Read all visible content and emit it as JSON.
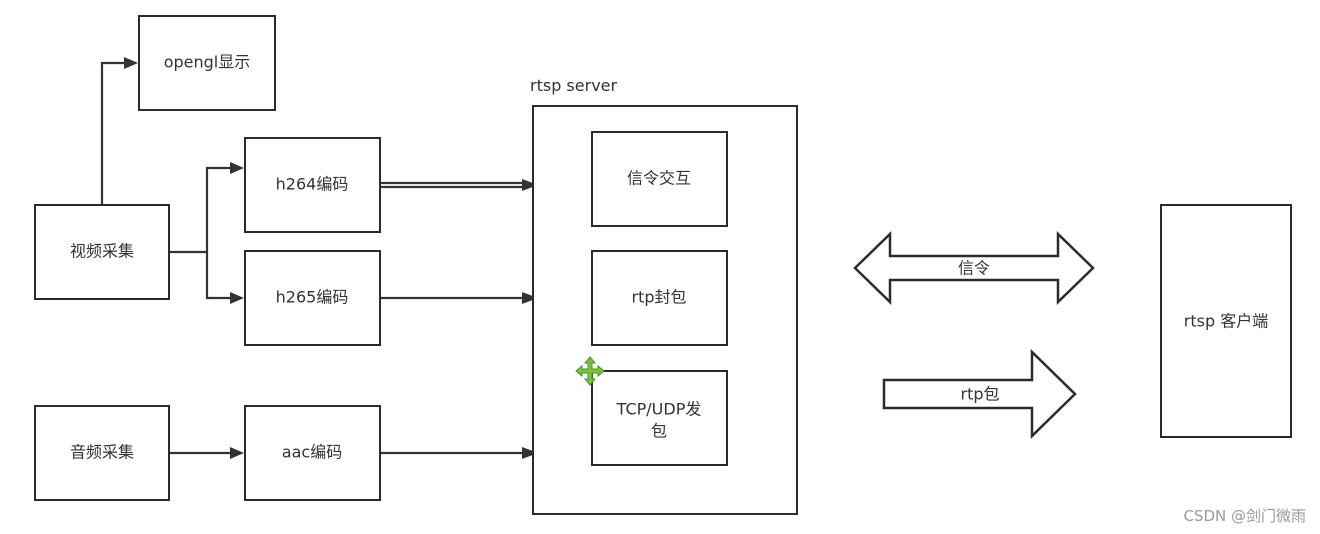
{
  "nodes": {
    "opengl": "opengl显示",
    "video_capture": "视频采集",
    "h264": "h264编码",
    "h265": "h265编码",
    "audio_capture": "音频采集",
    "aac": "aac编码",
    "server_title": "rtsp server",
    "signaling_exchange": "信令交互",
    "rtp_packet": "rtp封包",
    "tcp_udp_line1": "TCP/UDP发",
    "tcp_udp_line2": "包",
    "client": "rtsp 客户端"
  },
  "arrows": {
    "signaling": "信令",
    "rtp": "rtp包"
  },
  "watermark": "CSDN @剑门微雨",
  "colors": {
    "stroke": "#2b2b2b",
    "move_cursor": "#7cc242"
  },
  "icons": [
    "move-cursor-icon"
  ]
}
